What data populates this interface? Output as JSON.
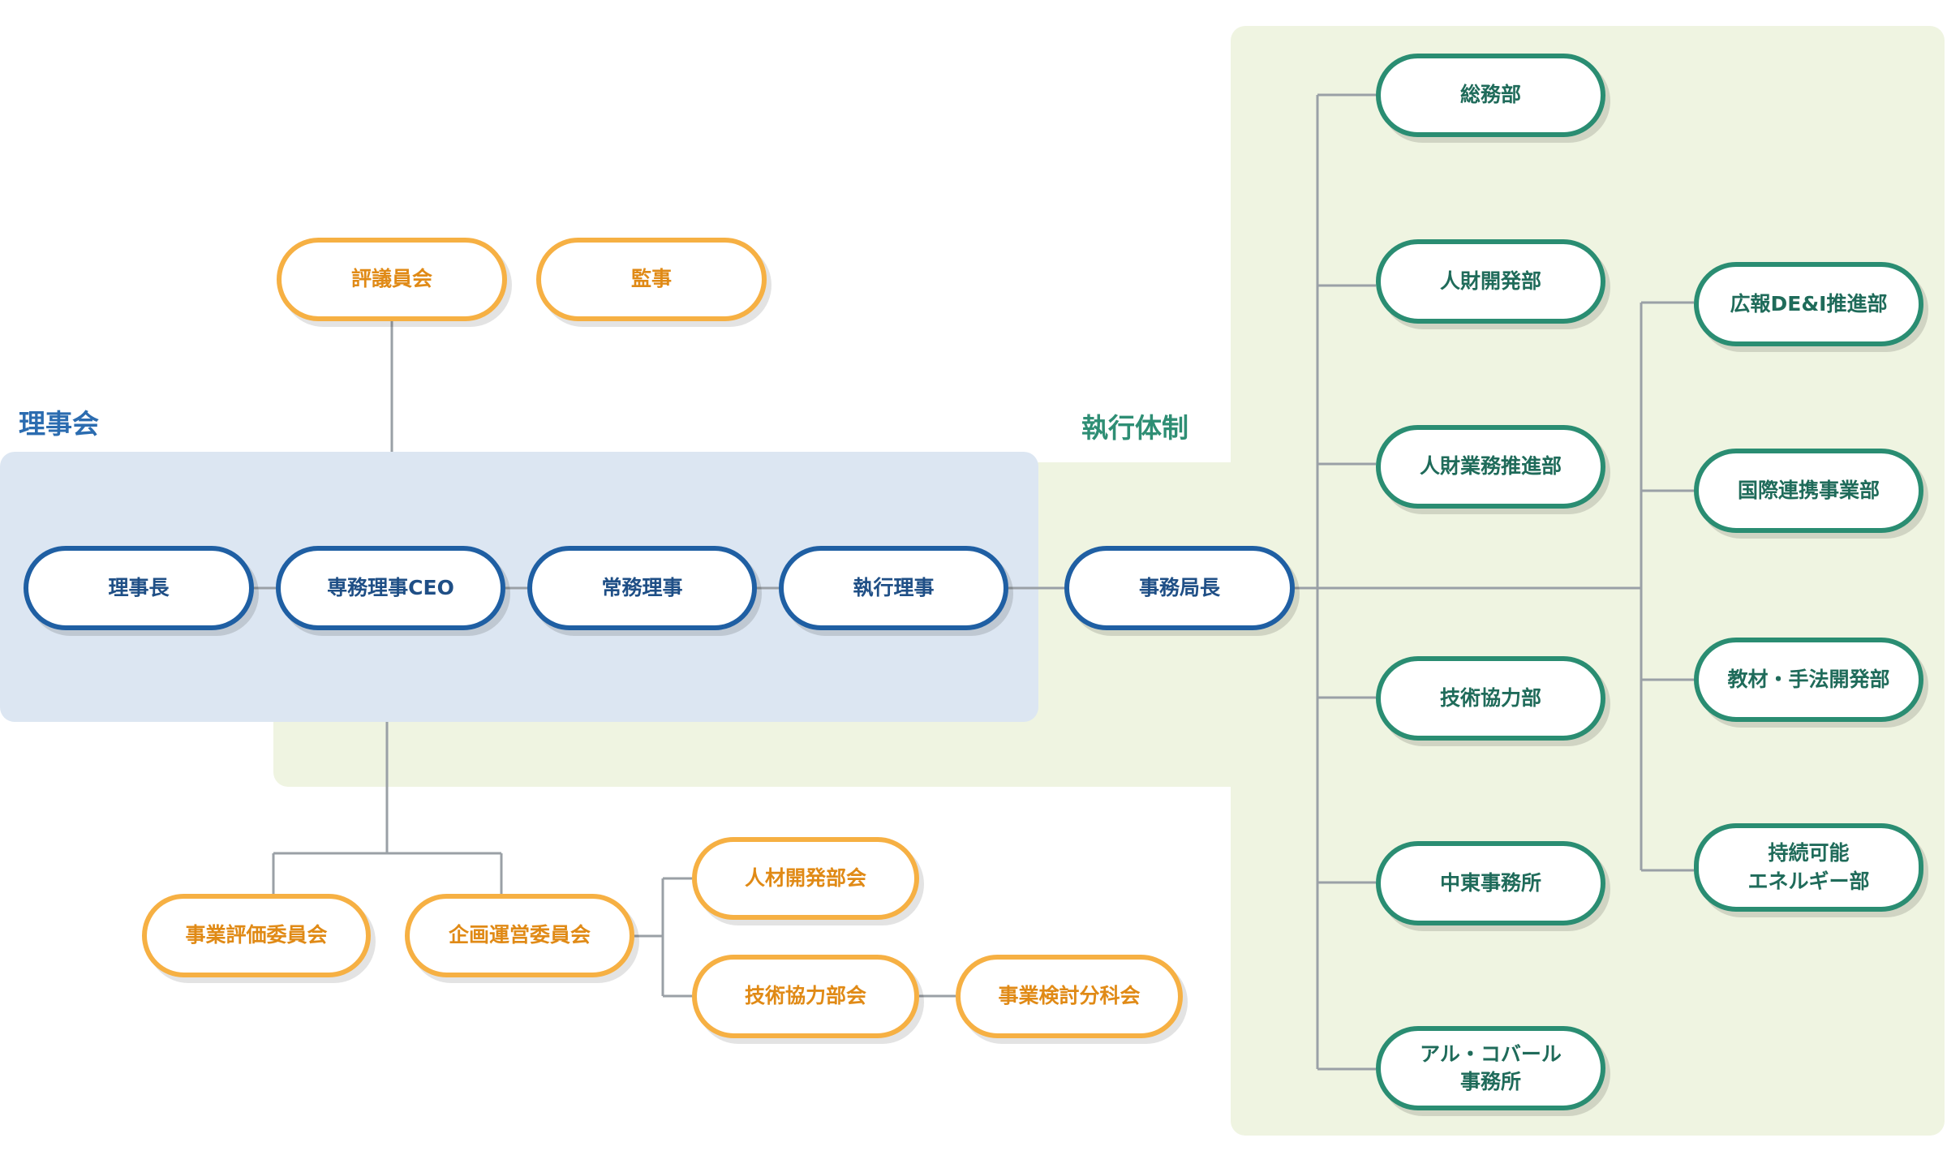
{
  "sections": {
    "board_label": "理事会",
    "exec_label": "執行体制"
  },
  "nodes": {
    "hyogiinkai": "評議員会",
    "kanji": "監事",
    "rijicho": "理事長",
    "senmu": "専務理事CEO",
    "jomu": "常務理事",
    "shikko": "執行理事",
    "jimukyokucho": "事務局長",
    "somu": "総務部",
    "jinzai_kaihatsu": "人財開発部",
    "jinzai_gyomu": "人財業務推進部",
    "gijutsu_kyoryoku": "技術協力部",
    "chuto": "中東事務所",
    "al_cobaar": "アル・コバール\n事務所",
    "koho": "広報DE&I推進部",
    "kokusai": "国際連携事業部",
    "kyozai": "教材・手法開発部",
    "jizoku": "持続可能\nエネルギー部",
    "jigyo_hyoka": "事業評価委員会",
    "kikaku_unei": "企画運営委員会",
    "jinzai_bukai": "人材開発部会",
    "gijutsu_bukai": "技術協力部会",
    "jigyo_kento": "事業検討分科会"
  },
  "colors": {
    "blue": "#1f5fa3",
    "orange": "#f6b043",
    "green": "#2a8d72",
    "board_bg": "#dce6f2",
    "exec_bg": "#eff4e1"
  }
}
